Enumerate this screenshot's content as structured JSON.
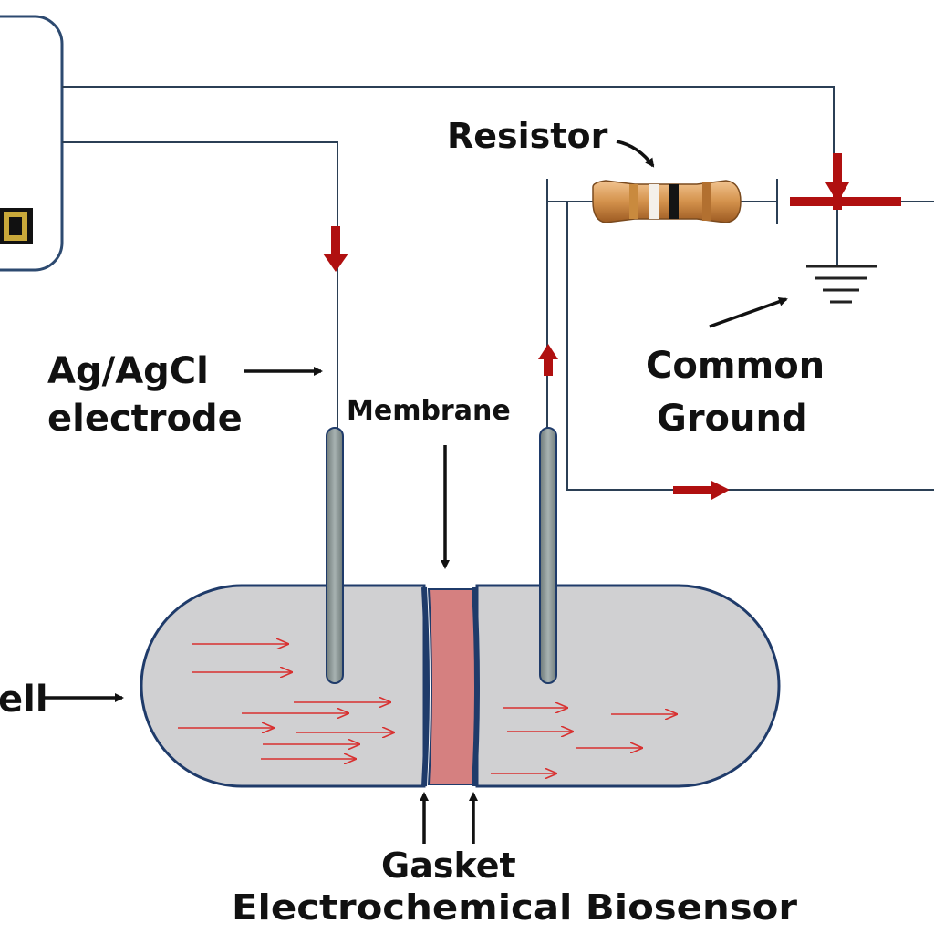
{
  "labels": {
    "resistor": "Resistor",
    "electrode_line1": "Ag/AgCl",
    "electrode_line2": "electrode",
    "membrane": "Membrane",
    "ground_line1": "Common",
    "ground_line2": "Ground",
    "cell_fragment": "ell",
    "gasket": "Gasket",
    "caption": "Electrochemical Biosensor"
  },
  "colors": {
    "wire": "#2b3f55",
    "current_arrow": "#b01010",
    "flow_arrow": "#d83030",
    "cell_fill": "#d0d0d2",
    "cell_stroke": "#1f3b6a",
    "membrane_fill": "#d58080",
    "electrode_fill": "#8f9b9a",
    "resistor_body": "#d4924c"
  },
  "icons": {
    "resistor": "resistor-icon",
    "ground": "ground-icon",
    "meter_display": "meter-display-icon"
  }
}
